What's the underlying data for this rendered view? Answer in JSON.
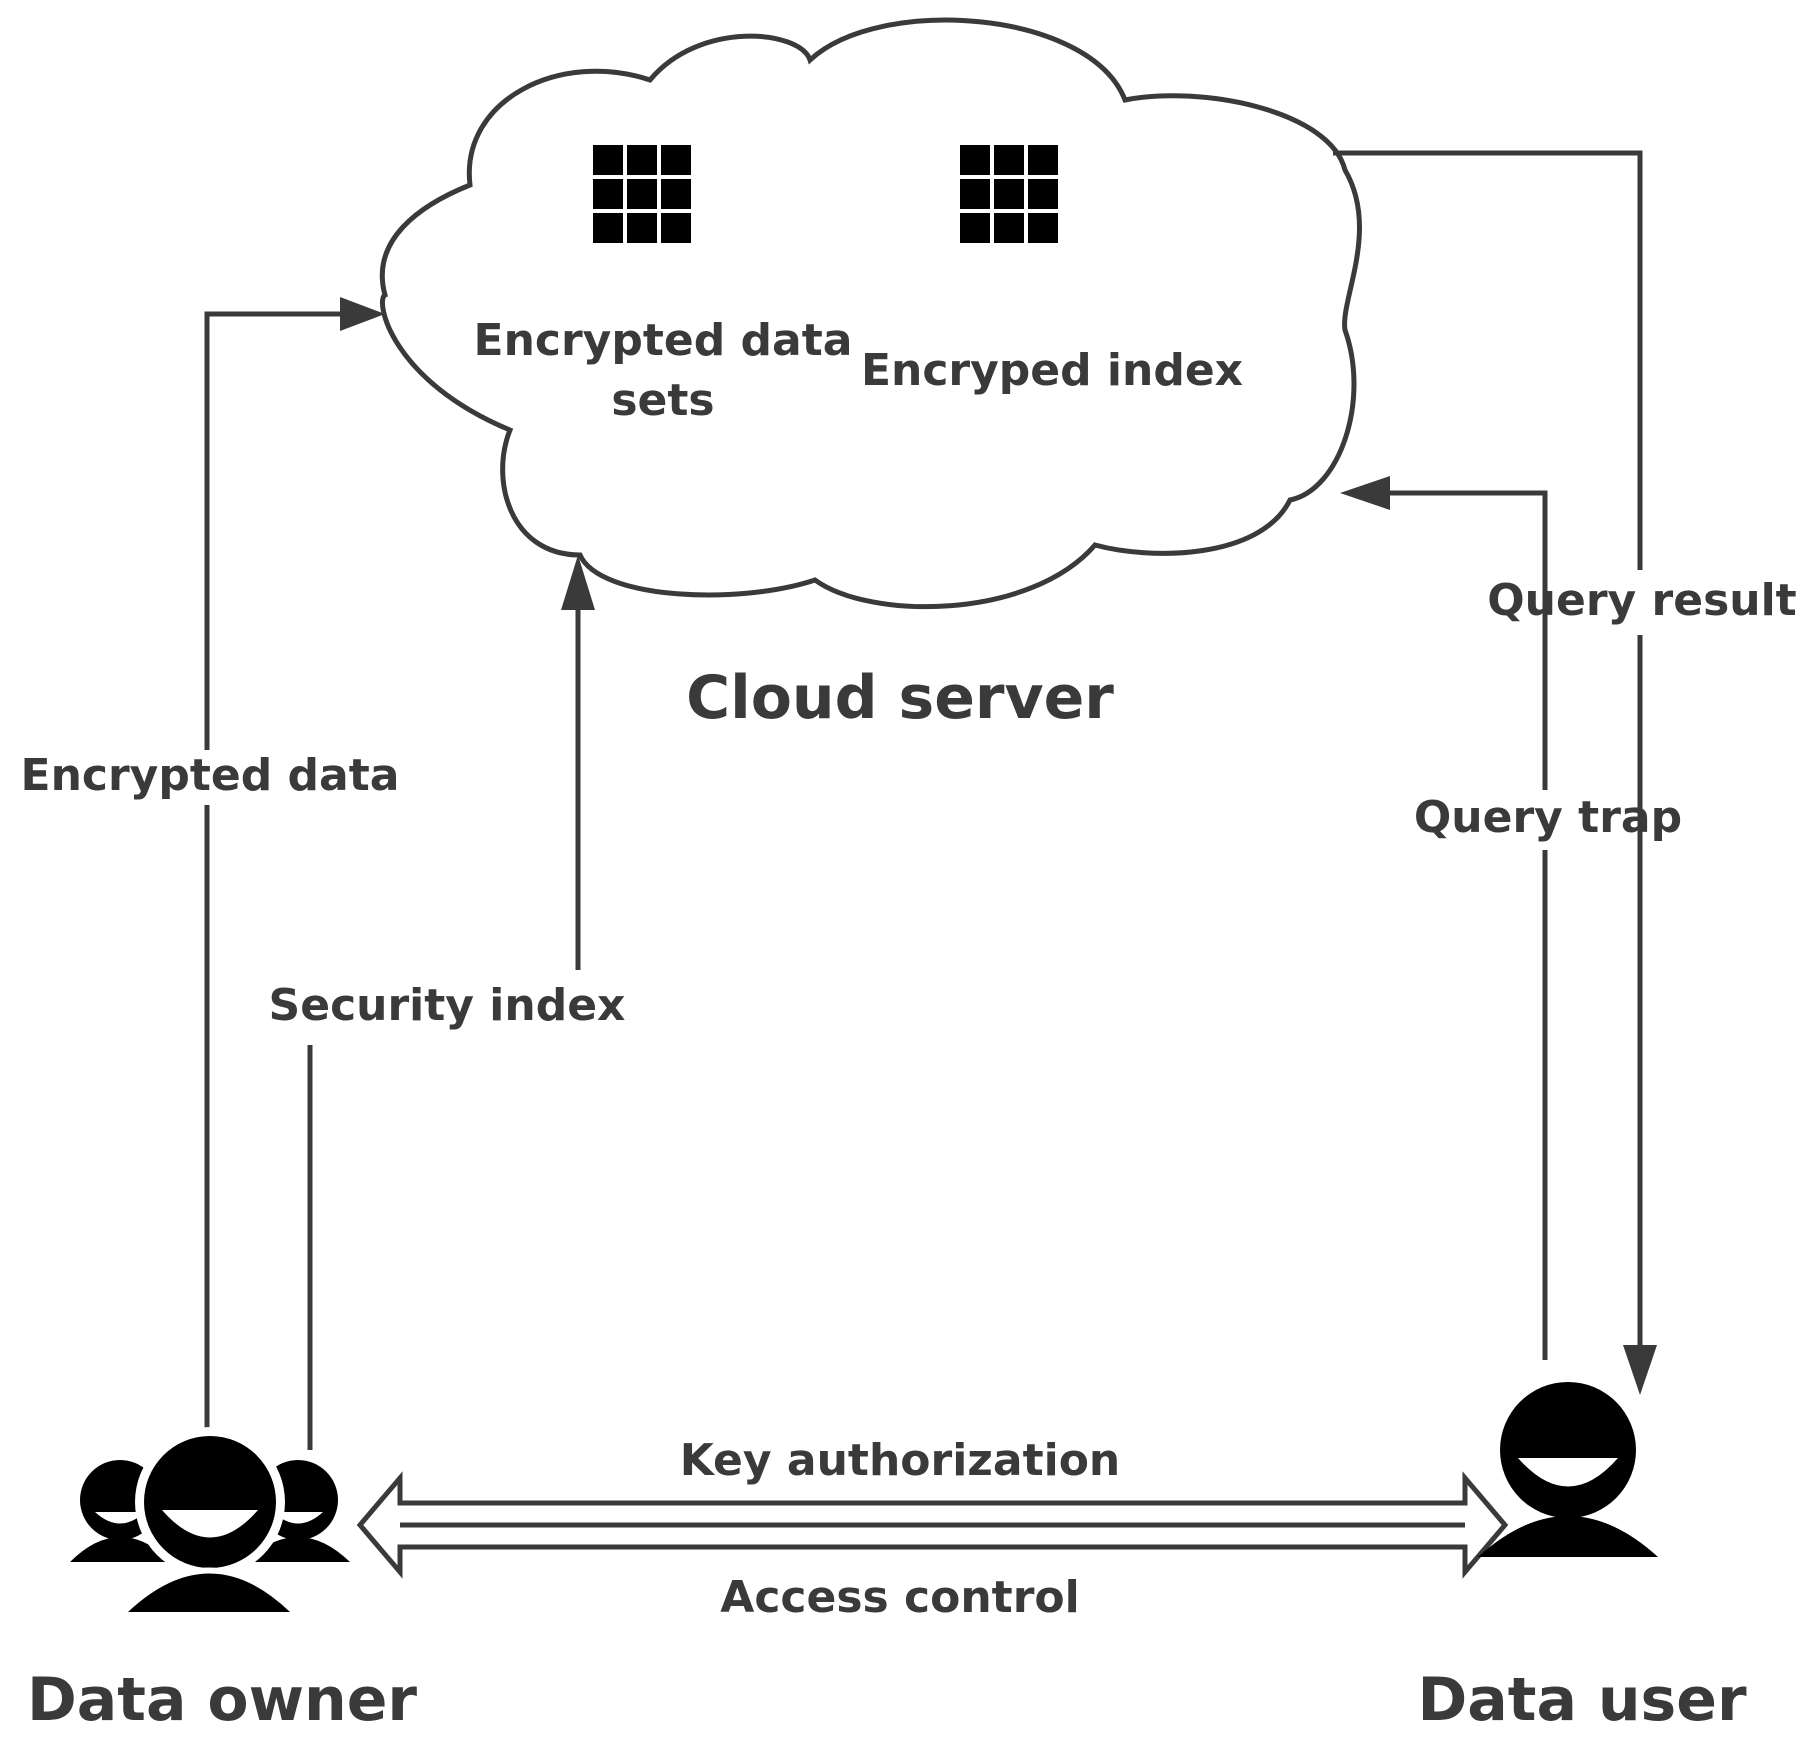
{
  "cloud": {
    "title": "Cloud server",
    "data_sets_label_line1": "Encrypted data",
    "data_sets_label_line2": "sets",
    "index_label": "Encryped index",
    "data_sets_icon": "grid-icon",
    "index_icon": "grid-icon"
  },
  "flows": {
    "encrypted_data": "Encrypted data",
    "security_index": "Security index",
    "query_result": "Query result",
    "query_trap": "Query trap",
    "key_authorization": "Key authorization",
    "access_control": "Access control"
  },
  "actors": {
    "owner": {
      "label": "Data owner",
      "icon": "user-group-icon"
    },
    "user": {
      "label": "Data user",
      "icon": "user-icon"
    }
  },
  "colors": {
    "ink": "#3a3a3a",
    "icon": "#000000",
    "background": "#ffffff"
  }
}
